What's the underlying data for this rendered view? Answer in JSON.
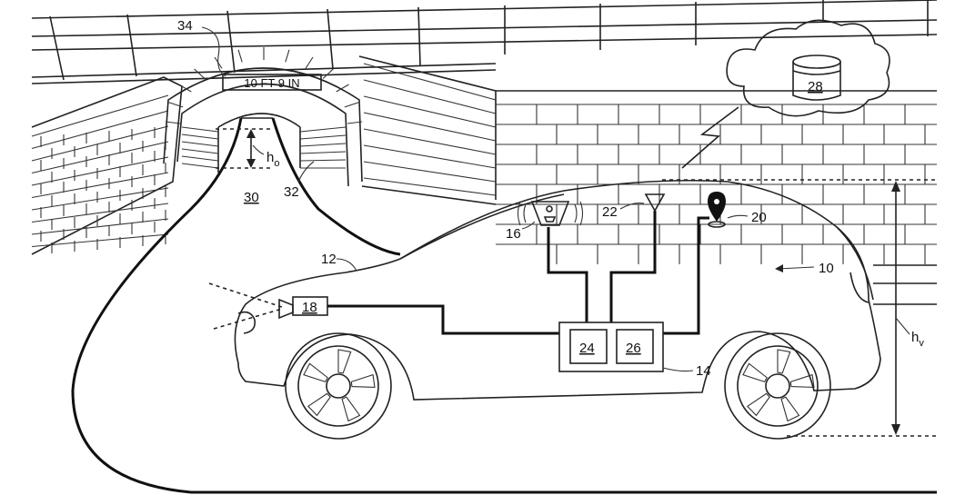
{
  "sign": {
    "text": "10 FT 9 IN"
  },
  "labels": {
    "vehicle": "10",
    "body_outline": "12",
    "wire_harness": "14",
    "speaker_module": "16",
    "camera_sensor": "18",
    "gps_marker": "20",
    "antenna": "22",
    "controller_a": "24",
    "controller_b": "26",
    "cloud_database": "28",
    "road": "30",
    "tunnel_wall": "32",
    "clearance_sign": "34",
    "opening_height_base": "h",
    "opening_height_sub": "o",
    "vehicle_height_base": "h",
    "vehicle_height_sub": "v"
  },
  "colors": {
    "ink": "#111111",
    "background": "#ffffff"
  },
  "icons": [
    "speaker-icon",
    "antenna-icon",
    "location-pin-icon",
    "database-icon",
    "cloud-icon",
    "camera-icon",
    "lightning-icon"
  ]
}
